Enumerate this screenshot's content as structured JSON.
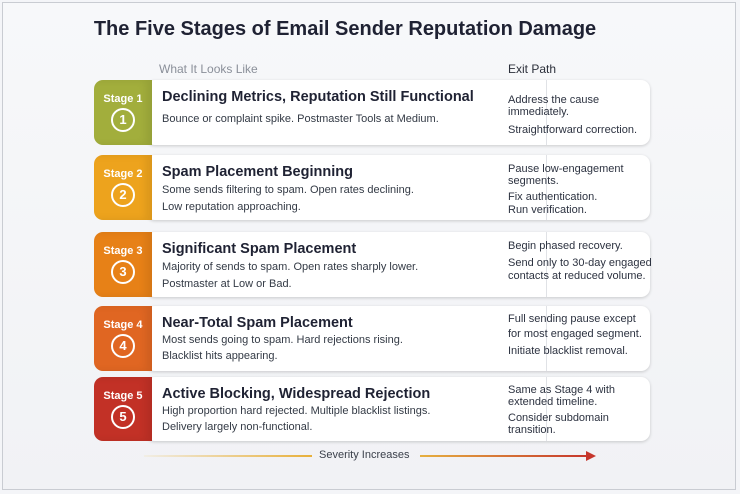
{
  "title": "The Five Stages of Email Sender Reputation Damage",
  "columns": {
    "what": "What It Looks Like",
    "exit": "Exit Path"
  },
  "stages": [
    {
      "label": "Stage 1",
      "number": "1",
      "color": "#a2ae3c",
      "heading": "Declining Metrics, Reputation Still Functional",
      "what": [
        "Bounce or complaint spike.   Postmaster Tools at Medium."
      ],
      "exit": [
        "Address the cause",
        "immediately.",
        "Straightforward correction."
      ]
    },
    {
      "label": "Stage 2",
      "number": "2",
      "color": "#eda31d",
      "heading": "Spam Placement Beginning",
      "what": [
        "Some sends filtering to spam. Open rates declining.",
        "Low reputation approaching."
      ],
      "exit": [
        "Pause low-engagement",
        "segments.",
        "Fix authentication.",
        "Run verification."
      ]
    },
    {
      "label": "Stage 3",
      "number": "3",
      "color": "#e78117",
      "heading": "Significant Spam Placement",
      "what": [
        "Majority of sends to spam. Open rates sharply lower.",
        "Postmaster at Low or Bad."
      ],
      "exit": [
        "Begin phased recovery.",
        "Send only to 30-day engaged",
        "contacts at reduced volume."
      ]
    },
    {
      "label": "Stage 4",
      "number": "4",
      "color": "#e06622",
      "heading": "Near-Total Spam Placement",
      "what": [
        "Most sends going to spam. Hard rejections rising.",
        "Blacklist hits appearing."
      ],
      "exit": [
        "Full sending pause except",
        "for most engaged segment.",
        "Initiate blacklist removal."
      ]
    },
    {
      "label": "Stage 5",
      "number": "5",
      "color": "#c23126",
      "heading": "Active Blocking, Widespread Rejection",
      "what": [
        "High proportion hard rejected. Multiple blacklist listings.",
        "Delivery largely non-functional."
      ],
      "exit": [
        "Same as Stage 4 with",
        "extended timeline.",
        "Consider subdomain",
        "transition."
      ]
    }
  ],
  "severity_label": "Severity Increases"
}
